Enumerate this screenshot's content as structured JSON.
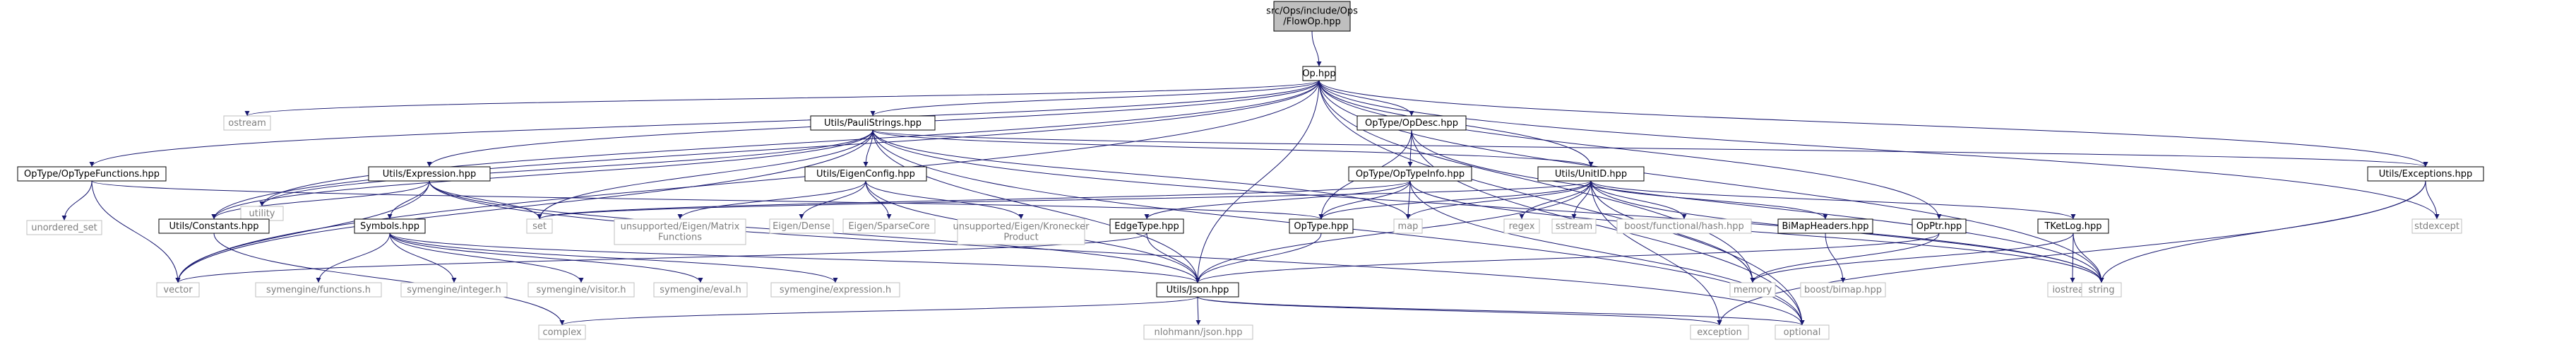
{
  "colors": {
    "edge": "#191970",
    "root_fill": "#bfbfbf",
    "node_border": "#000000",
    "node_fill": "#ffffff",
    "text": "#000000",
    "system_border": "#bfbfbf",
    "system_text": "#7f7f7f"
  },
  "nodes": [
    {
      "id": "root",
      "lines": [
        "src/Ops/include/Ops",
        "/FlowOp.hpp"
      ],
      "kind": "root"
    },
    {
      "id": "op",
      "lines": [
        "Op.hpp"
      ],
      "kind": "local"
    },
    {
      "id": "ostream",
      "lines": [
        "ostream"
      ],
      "kind": "system"
    },
    {
      "id": "paulistrings",
      "lines": [
        "Utils/PauliStrings.hpp"
      ],
      "kind": "local"
    },
    {
      "id": "opdesc",
      "lines": [
        "OpType/OpDesc.hpp"
      ],
      "kind": "local"
    },
    {
      "id": "optypefunctions",
      "lines": [
        "OpType/OpTypeFunctions.hpp"
      ],
      "kind": "local"
    },
    {
      "id": "utility",
      "lines": [
        "utility"
      ],
      "kind": "system"
    },
    {
      "id": "expression",
      "lines": [
        "Utils/Expression.hpp"
      ],
      "kind": "local"
    },
    {
      "id": "eigenconfig",
      "lines": [
        "Utils/EigenConfig.hpp"
      ],
      "kind": "local"
    },
    {
      "id": "optypeinfo",
      "lines": [
        "OpType/OpTypeInfo.hpp"
      ],
      "kind": "local"
    },
    {
      "id": "unitid",
      "lines": [
        "Utils/UnitID.hpp"
      ],
      "kind": "local"
    },
    {
      "id": "exceptions",
      "lines": [
        "Utils/Exceptions.hpp"
      ],
      "kind": "local"
    },
    {
      "id": "unordered_set",
      "lines": [
        "unordered_set"
      ],
      "kind": "system"
    },
    {
      "id": "constants",
      "lines": [
        "Utils/Constants.hpp"
      ],
      "kind": "local"
    },
    {
      "id": "symbols",
      "lines": [
        "Symbols.hpp"
      ],
      "kind": "local"
    },
    {
      "id": "set",
      "lines": [
        "set"
      ],
      "kind": "system"
    },
    {
      "id": "matrix_fn",
      "lines": [
        "unsupported/Eigen/Matrix",
        "Functions"
      ],
      "kind": "system"
    },
    {
      "id": "eigen_dense",
      "lines": [
        "Eigen/Dense"
      ],
      "kind": "system"
    },
    {
      "id": "eigen_sparse",
      "lines": [
        "Eigen/SparseCore"
      ],
      "kind": "system"
    },
    {
      "id": "kronecker",
      "lines": [
        "unsupported/Eigen/Kronecker",
        "Product"
      ],
      "kind": "system"
    },
    {
      "id": "edgetype",
      "lines": [
        "EdgeType.hpp"
      ],
      "kind": "local"
    },
    {
      "id": "optype",
      "lines": [
        "OpType.hpp"
      ],
      "kind": "local"
    },
    {
      "id": "map",
      "lines": [
        "map"
      ],
      "kind": "system"
    },
    {
      "id": "regex",
      "lines": [
        "regex"
      ],
      "kind": "system"
    },
    {
      "id": "sstream",
      "lines": [
        "sstream"
      ],
      "kind": "system"
    },
    {
      "id": "hash",
      "lines": [
        "boost/functional/hash.hpp"
      ],
      "kind": "system"
    },
    {
      "id": "bimapheaders",
      "lines": [
        "BiMapHeaders.hpp"
      ],
      "kind": "local"
    },
    {
      "id": "opptr",
      "lines": [
        "OpPtr.hpp"
      ],
      "kind": "local"
    },
    {
      "id": "tketlog",
      "lines": [
        "TKetLog.hpp"
      ],
      "kind": "local"
    },
    {
      "id": "stdexcept",
      "lines": [
        "stdexcept"
      ],
      "kind": "system"
    },
    {
      "id": "vector",
      "lines": [
        "vector"
      ],
      "kind": "system"
    },
    {
      "id": "sym_functions",
      "lines": [
        "symengine/functions.h"
      ],
      "kind": "system"
    },
    {
      "id": "sym_integer",
      "lines": [
        "symengine/integer.h"
      ],
      "kind": "system"
    },
    {
      "id": "sym_visitor",
      "lines": [
        "symengine/visitor.h"
      ],
      "kind": "system"
    },
    {
      "id": "sym_eval",
      "lines": [
        "symengine/eval.h"
      ],
      "kind": "system"
    },
    {
      "id": "sym_expression",
      "lines": [
        "symengine/expression.h"
      ],
      "kind": "system"
    },
    {
      "id": "json",
      "lines": [
        "Utils/Json.hpp"
      ],
      "kind": "local"
    },
    {
      "id": "memory",
      "lines": [
        "memory"
      ],
      "kind": "system"
    },
    {
      "id": "bimap",
      "lines": [
        "boost/bimap.hpp"
      ],
      "kind": "system"
    },
    {
      "id": "iostream",
      "lines": [
        "iostream"
      ],
      "kind": "system"
    },
    {
      "id": "string",
      "lines": [
        "string"
      ],
      "kind": "system"
    },
    {
      "id": "complex",
      "lines": [
        "complex"
      ],
      "kind": "system"
    },
    {
      "id": "nlohmann",
      "lines": [
        "nlohmann/json.hpp"
      ],
      "kind": "system"
    },
    {
      "id": "exception",
      "lines": [
        "exception"
      ],
      "kind": "system"
    },
    {
      "id": "optional",
      "lines": [
        "optional"
      ],
      "kind": "system"
    }
  ],
  "edges": [
    [
      "root",
      "op"
    ],
    [
      "op",
      "ostream"
    ],
    [
      "op",
      "paulistrings"
    ],
    [
      "op",
      "opdesc"
    ],
    [
      "op",
      "optypefunctions"
    ],
    [
      "op",
      "utility"
    ],
    [
      "op",
      "expression"
    ],
    [
      "op",
      "constants"
    ],
    [
      "op",
      "unitid"
    ],
    [
      "op",
      "exceptions"
    ],
    [
      "op",
      "vector"
    ],
    [
      "op",
      "json"
    ],
    [
      "op",
      "opptr"
    ],
    [
      "op",
      "memory"
    ],
    [
      "op",
      "string"
    ],
    [
      "op",
      "optional"
    ],
    [
      "op",
      "stdexcept"
    ],
    [
      "paulistrings",
      "utility"
    ],
    [
      "paulistrings",
      "constants"
    ],
    [
      "paulistrings",
      "eigenconfig"
    ],
    [
      "paulistrings",
      "unitid"
    ],
    [
      "paulistrings",
      "exceptions"
    ],
    [
      "paulistrings",
      "json"
    ],
    [
      "paulistrings",
      "map"
    ],
    [
      "paulistrings",
      "set"
    ],
    [
      "paulistrings",
      "vector"
    ],
    [
      "paulistrings",
      "string"
    ],
    [
      "paulistrings",
      "optional"
    ],
    [
      "opdesc",
      "optypeinfo"
    ],
    [
      "opdesc",
      "optype"
    ],
    [
      "opdesc",
      "string"
    ],
    [
      "opdesc",
      "optional"
    ],
    [
      "optypefunctions",
      "unordered_set"
    ],
    [
      "optypefunctions",
      "optype"
    ],
    [
      "optypefunctions",
      "vector"
    ],
    [
      "expression",
      "constants"
    ],
    [
      "expression",
      "symbols"
    ],
    [
      "expression",
      "set"
    ],
    [
      "expression",
      "vector"
    ],
    [
      "expression",
      "json"
    ],
    [
      "expression",
      "optional"
    ],
    [
      "eigenconfig",
      "matrix_fn"
    ],
    [
      "eigenconfig",
      "eigen_dense"
    ],
    [
      "eigenconfig",
      "eigen_sparse"
    ],
    [
      "eigenconfig",
      "kronecker"
    ],
    [
      "eigenconfig",
      "json"
    ],
    [
      "optypeinfo",
      "edgetype"
    ],
    [
      "optypeinfo",
      "optype"
    ],
    [
      "optypeinfo",
      "map"
    ],
    [
      "optypeinfo",
      "set"
    ],
    [
      "optypeinfo",
      "string"
    ],
    [
      "optypeinfo",
      "optional"
    ],
    [
      "unitid",
      "map"
    ],
    [
      "unitid",
      "regex"
    ],
    [
      "unitid",
      "sstream"
    ],
    [
      "unitid",
      "hash"
    ],
    [
      "unitid",
      "bimapheaders"
    ],
    [
      "unitid",
      "json"
    ],
    [
      "unitid",
      "memory"
    ],
    [
      "unitid",
      "string"
    ],
    [
      "unitid",
      "exception"
    ],
    [
      "unitid",
      "tketlog"
    ],
    [
      "unitid",
      "optype"
    ],
    [
      "unitid",
      "set"
    ],
    [
      "exceptions",
      "stdexcept"
    ],
    [
      "exceptions",
      "string"
    ],
    [
      "exceptions",
      "exception"
    ],
    [
      "constants",
      "complex"
    ],
    [
      "symbols",
      "sym_functions"
    ],
    [
      "symbols",
      "sym_integer"
    ],
    [
      "symbols",
      "sym_visitor"
    ],
    [
      "symbols",
      "sym_eval"
    ],
    [
      "symbols",
      "sym_expression"
    ],
    [
      "symbols",
      "json"
    ],
    [
      "edgetype",
      "json"
    ],
    [
      "edgetype",
      "vector"
    ],
    [
      "optype",
      "json"
    ],
    [
      "bimapheaders",
      "bimap"
    ],
    [
      "opptr",
      "json"
    ],
    [
      "opptr",
      "memory"
    ],
    [
      "tketlog",
      "memory"
    ],
    [
      "tketlog",
      "iostream"
    ],
    [
      "tketlog",
      "string"
    ],
    [
      "json",
      "complex"
    ],
    [
      "json",
      "nlohmann"
    ],
    [
      "json",
      "exception"
    ],
    [
      "json",
      "optional"
    ]
  ]
}
